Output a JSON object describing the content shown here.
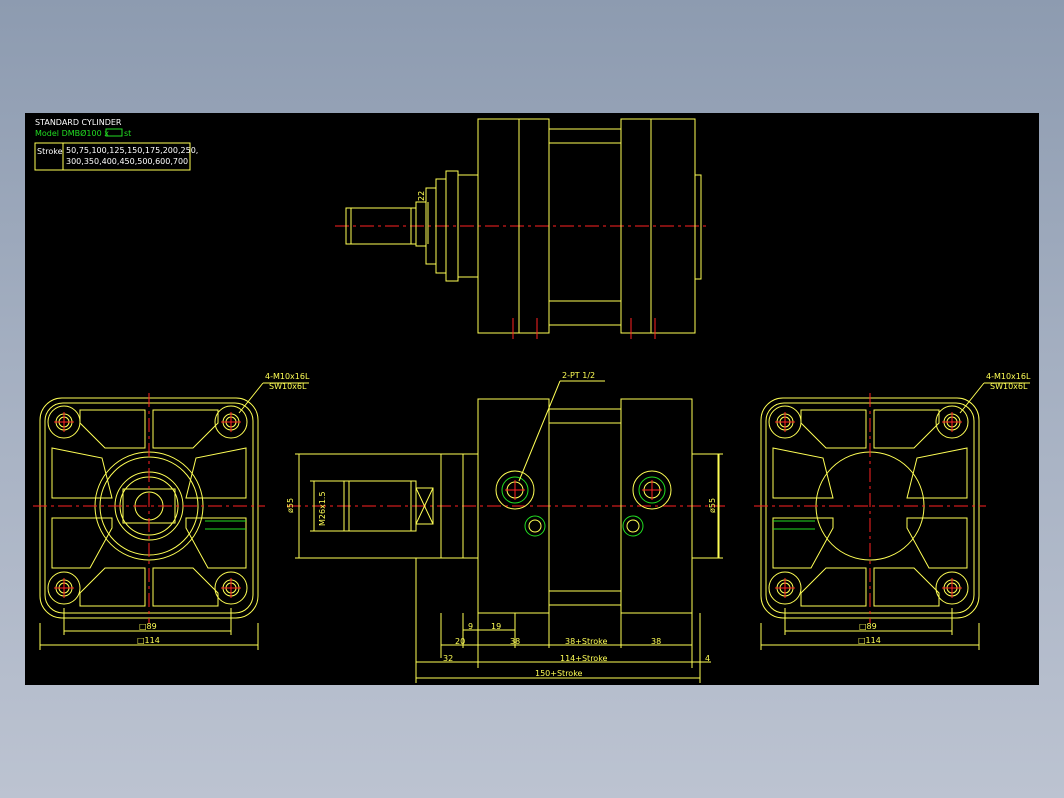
{
  "title_block": {
    "title": "STANDARD CYLINDER",
    "model": "Model DMBØ100 x",
    "model_suffix": "st",
    "stroke_label": "Stroke",
    "stroke_values_1": "50,75,100,125,150,175,200,250,",
    "stroke_values_2": "300,350,400,450,500,600,700"
  },
  "top_view": {
    "dim_22": "22"
  },
  "left_view": {
    "thread_callout_1": "4-M10x16L",
    "thread_callout_2": "SW10x6L",
    "dim_inner": "□89",
    "dim_outer": "□114"
  },
  "front_view": {
    "port_callout": "2-PT 1/2",
    "dia_left": "ø55",
    "thread": "M26x1.5",
    "dia_right": "ø55",
    "dims": {
      "d9": "9",
      "d19": "19",
      "d20": "20",
      "d38a": "38",
      "d38_stroke": "38+Stroke",
      "d38b": "38",
      "d32": "32",
      "d114_stroke": "114+Stroke",
      "d4": "4",
      "d150_stroke": "150+Stroke"
    }
  },
  "right_view": {
    "thread_callout_1": "4-M10x16L",
    "thread_callout_2": "SW10x6L",
    "dim_inner": "□89",
    "dim_outer": "□114"
  },
  "colors": {
    "background": "#000000",
    "geometry": "#ffff55",
    "hidden": "#22dd22",
    "centerline": "#ff2222",
    "desktop": "#8d9bb0"
  }
}
